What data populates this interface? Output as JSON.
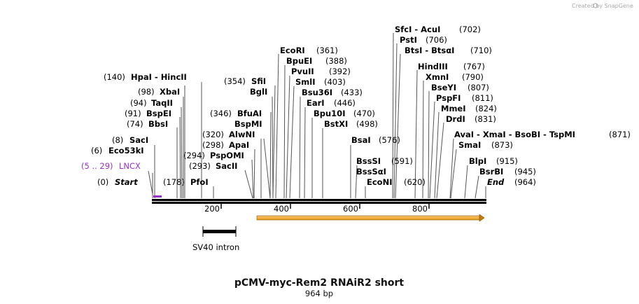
{
  "credit": "Created by SnapGene",
  "title": "pCMV-myc-Rem2 RNAiR2 short",
  "subtitle": "964 bp",
  "feature_label": {
    "range": "(5 .. 29)",
    "name": "LNCX"
  },
  "intron_label": "SV40 intron",
  "ruler_ticks": [
    "200",
    "400",
    "600",
    "800"
  ],
  "labels": [
    {
      "pos": "(0)",
      "name": "Start"
    },
    {
      "pos": "(6)",
      "name": "Eco53kI"
    },
    {
      "pos": "(8)",
      "name": "SacI"
    },
    {
      "pos": "(74)",
      "name": "BbsI"
    },
    {
      "pos": "(91)",
      "name": "BspEI"
    },
    {
      "pos": "(94)",
      "name": "TaqII"
    },
    {
      "pos": "(98)",
      "name": "XbaI"
    },
    {
      "pos": "(140)",
      "name": "HpaI",
      "extra": "HincII"
    },
    {
      "pos": "(178)",
      "name": "PfoI"
    },
    {
      "pos": "(293)",
      "name": "SacII"
    },
    {
      "pos": "(294)",
      "name": "PspOMI"
    },
    {
      "pos": "(298)",
      "name": "ApaI"
    },
    {
      "pos": "(320)",
      "name": "AlwNI"
    },
    {
      "pos": "(346)",
      "name": "BspMI"
    },
    {
      "pos": "(346)",
      "name": "BfuAI"
    },
    {
      "pos": "(354)",
      "name": "BglI"
    },
    {
      "pos": "(354)",
      "name": "SfiI"
    },
    {
      "pos": "(361)",
      "name": "EcoRI"
    },
    {
      "pos": "(388)",
      "name": "BpuEI"
    },
    {
      "pos": "(392)",
      "name": "PvuII"
    },
    {
      "pos": "(403)",
      "name": "SmlI"
    },
    {
      "pos": "(433)",
      "name": "Bsu36I"
    },
    {
      "pos": "(446)",
      "name": "EarI"
    },
    {
      "pos": "(470)",
      "name": "Bpu10I"
    },
    {
      "pos": "(498)",
      "name": "BstXI"
    },
    {
      "pos": "(576)",
      "name": "BsaI"
    },
    {
      "pos": "(591)",
      "name": "BssSI"
    },
    {
      "pos": "(591)",
      "name": "BssSαI"
    },
    {
      "pos": "(620)",
      "name": "EcoNI"
    },
    {
      "pos": "(702)",
      "name": "SfcI",
      "extra": "AcuI"
    },
    {
      "pos": "(706)",
      "name": "PstI"
    },
    {
      "pos": "(710)",
      "name": "BtsI",
      "extra": "BtsαI"
    },
    {
      "pos": "(767)",
      "name": "HindIII"
    },
    {
      "pos": "(790)",
      "name": "XmnI"
    },
    {
      "pos": "(807)",
      "name": "BseYI"
    },
    {
      "pos": "(811)",
      "name": "PspFI"
    },
    {
      "pos": "(824)",
      "name": "MmeI"
    },
    {
      "pos": "(831)",
      "name": "DrdI"
    },
    {
      "pos": "(871)",
      "name": "AvaI",
      "extra": "XmaI",
      "extra2": "BsoBI",
      "extra3": "TspMI"
    },
    {
      "pos": "(873)",
      "name": "SmaI"
    },
    {
      "pos": "(915)",
      "name": "BlpI"
    },
    {
      "pos": "(945)",
      "name": "BsrBI"
    },
    {
      "pos": "(964)",
      "name": "End"
    }
  ]
}
